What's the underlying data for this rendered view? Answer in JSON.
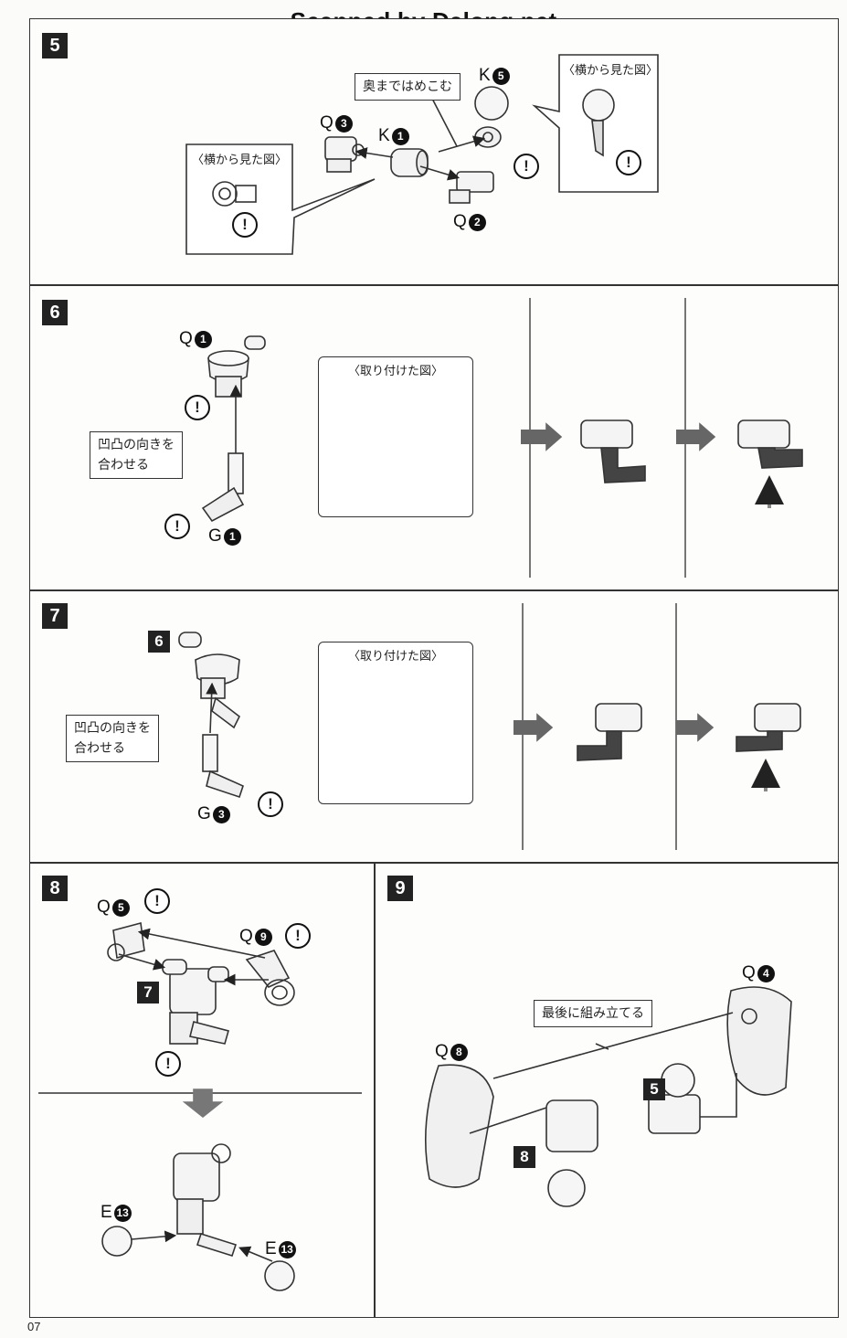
{
  "watermark": "Scanned by Dalong.net",
  "page_number": "07",
  "steps": {
    "s5": {
      "number": "5",
      "callout_push": "奥まではめこむ",
      "side_view_left": "〈横から見た図〉",
      "side_view_right": "〈横から見た図〉",
      "parts": {
        "k5_letter": "K",
        "k5_num": "5",
        "q3_letter": "Q",
        "q3_num": "3",
        "k1_letter": "K",
        "k1_num": "1",
        "q2_letter": "Q",
        "q2_num": "2"
      }
    },
    "s6": {
      "number": "6",
      "attached_view": "〈取り付けた図〉",
      "callout_align": "凹凸の向きを\n合わせる",
      "callout_line1": "凹凸の向きを",
      "callout_line2": "合わせる",
      "parts": {
        "q1_letter": "Q",
        "q1_num": "1",
        "g1_letter": "G",
        "g1_num": "1"
      }
    },
    "s7": {
      "number": "7",
      "ref": "6",
      "attached_view": "〈取り付けた図〉",
      "callout_line1": "凹凸の向きを",
      "callout_line2": "合わせる",
      "parts": {
        "g3_letter": "G",
        "g3_num": "3"
      }
    },
    "s8": {
      "number": "8",
      "ref": "7",
      "parts": {
        "q5_letter": "Q",
        "q5_num": "5",
        "q9_letter": "Q",
        "q9_num": "9",
        "e13a_letter": "E",
        "e13a_num": "13",
        "e13b_letter": "E",
        "e13b_num": "13"
      }
    },
    "s9": {
      "number": "9",
      "ref_a": "5",
      "ref_b": "8",
      "callout_last": "最後に組み立てる",
      "parts": {
        "q4_letter": "Q",
        "q4_num": "4",
        "q8_letter": "Q",
        "q8_num": "8"
      }
    }
  },
  "warning_symbol": "!"
}
